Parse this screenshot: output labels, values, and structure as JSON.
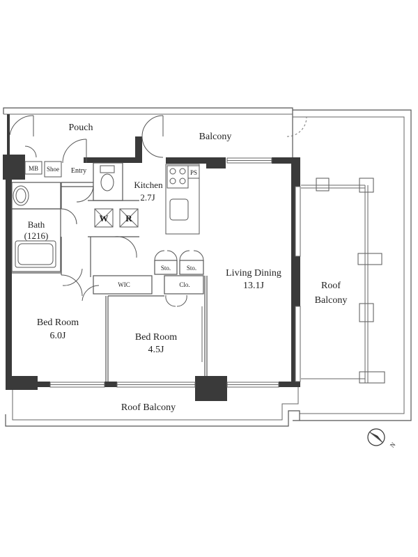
{
  "rooms": {
    "pouch": "Pouch",
    "balcony": "Balcony",
    "mb": "MB",
    "shoe": "Shoe",
    "entry": "Entry",
    "kitchen": "Kitchen",
    "kitchen_size": "2.7J",
    "ps": "PS",
    "washer": "W",
    "fridge": "R",
    "bath": "Bath",
    "bath_size": "(1216)",
    "sto1": "Sto.",
    "sto2": "Sto.",
    "wic": "WIC",
    "clo": "Clo.",
    "living": "Living Dining",
    "living_size": "13.1J",
    "roof_balcony_right_1": "Roof",
    "roof_balcony_right_2": "Balcony",
    "bed1": "Bed Room",
    "bed1_size": "6.0J",
    "bed2": "Bed Room",
    "bed2_size": "4.5J",
    "roof_balcony_bottom": "Roof Balcony"
  },
  "compass": {
    "label": "N"
  }
}
